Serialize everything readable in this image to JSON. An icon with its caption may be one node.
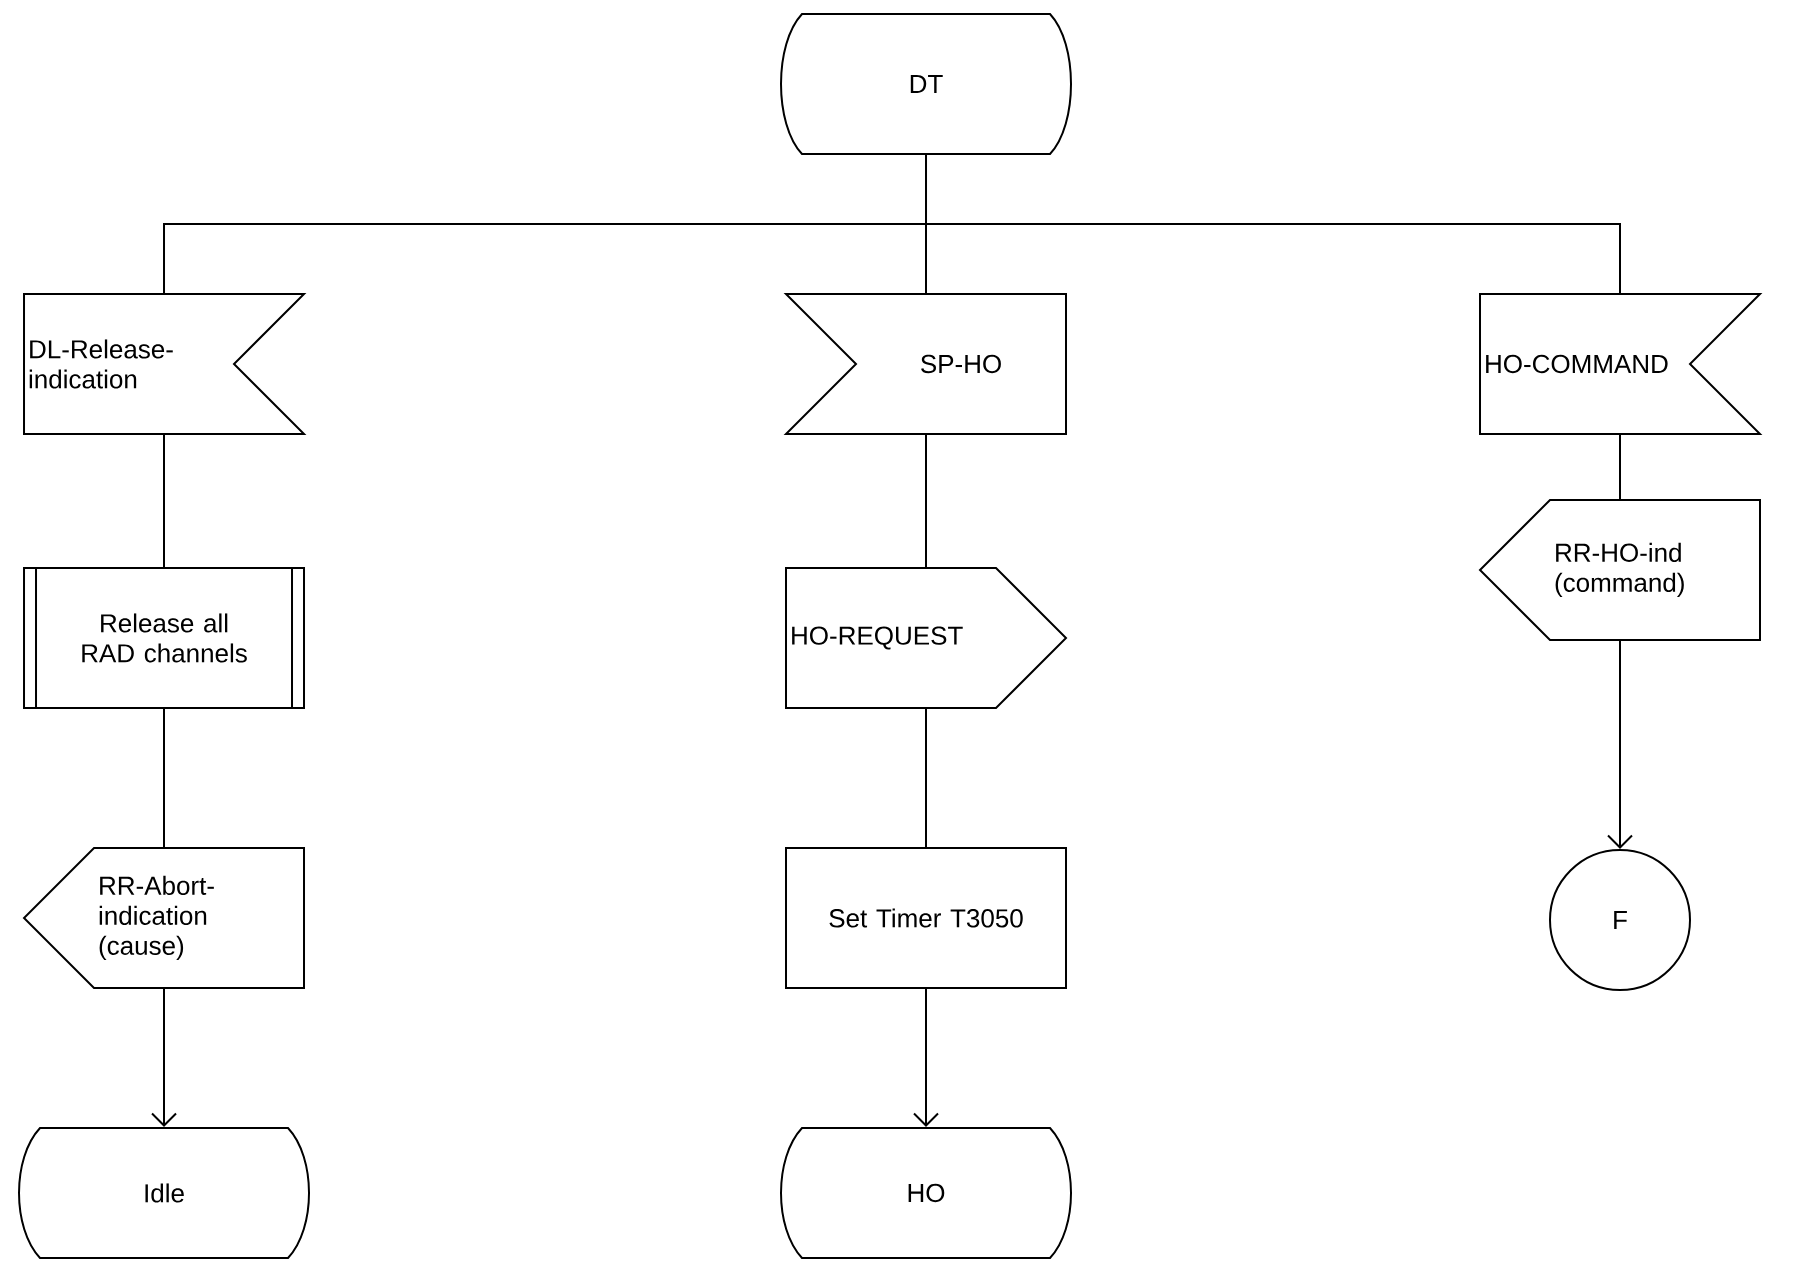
{
  "diagram": {
    "nodes": [
      {
        "text": [
          "DT"
        ]
      },
      {
        "text": [
          "DL-Release-indication"
        ]
      },
      {
        "text": [
          "SP-HO"
        ]
      },
      {
        "text": [
          "HO-COMMAND"
        ]
      },
      {
        "text": [
          "Release all RAD channels"
        ]
      },
      {
        "text": [
          "HO-REQUEST"
        ]
      },
      {
        "text": [
          "RR-HO-ind (command)"
        ]
      },
      {
        "text": [
          "RR-Abort-indication (cause)"
        ]
      },
      {
        "text": [
          "Set Timer T3050"
        ]
      },
      {
        "text": [
          "F"
        ]
      },
      {
        "text": [
          "Idle"
        ]
      },
      {
        "text": [
          "HO"
        ]
      }
    ],
    "edges": [
      {
        "from": 0,
        "to": 1,
        "arrow": "none"
      },
      {
        "from": 0,
        "to": 2,
        "arrow": "none"
      },
      {
        "from": 0,
        "to": 3,
        "arrow": "none"
      },
      {
        "from": 1,
        "to": 4,
        "arrow": "none"
      },
      {
        "from": 4,
        "to": 7,
        "arrow": "none"
      },
      {
        "from": 7,
        "to": 10,
        "arrow": "to"
      },
      {
        "from": 2,
        "to": 5,
        "arrow": "none"
      },
      {
        "from": 5,
        "to": 8,
        "arrow": "none"
      },
      {
        "from": 8,
        "to": 11,
        "arrow": "to"
      },
      {
        "from": 3,
        "to": 6,
        "arrow": "none"
      },
      {
        "from": 6,
        "to": 9,
        "arrow": "to"
      }
    ]
  }
}
